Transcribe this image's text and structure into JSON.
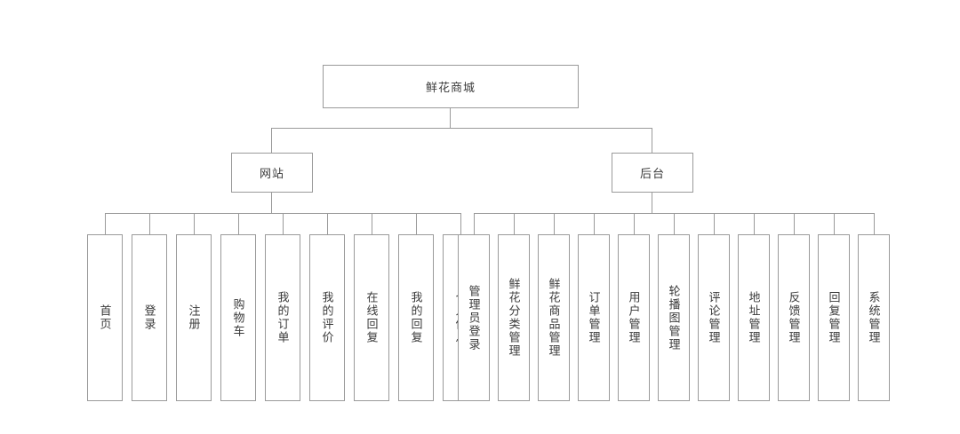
{
  "diagram": {
    "type": "tree",
    "title": "鲜花商城",
    "orientation": "top-down",
    "border_color": "#9a9a9a",
    "text_color": "#3a3a3a",
    "background_color": "#ffffff",
    "root": {
      "label": "鲜花商城"
    },
    "branches": [
      {
        "label": "网站",
        "children": [
          {
            "label": "首页"
          },
          {
            "label": "登录"
          },
          {
            "label": "注册"
          },
          {
            "label": "购物车"
          },
          {
            "label": "我的订单"
          },
          {
            "label": "我的评价"
          },
          {
            "label": "在线回复"
          },
          {
            "label": "我的回复"
          },
          {
            "label": "个人信息"
          }
        ]
      },
      {
        "label": "后台",
        "children": [
          {
            "label": "管理员登录"
          },
          {
            "label": "鲜花分类管理"
          },
          {
            "label": "鲜花商品管理"
          },
          {
            "label": "订单管理"
          },
          {
            "label": "用户管理"
          },
          {
            "label": "轮播图管理"
          },
          {
            "label": "评论管理"
          },
          {
            "label": "地址管理"
          },
          {
            "label": "反馈管理"
          },
          {
            "label": "回复管理"
          },
          {
            "label": "系统管理"
          }
        ]
      }
    ]
  }
}
